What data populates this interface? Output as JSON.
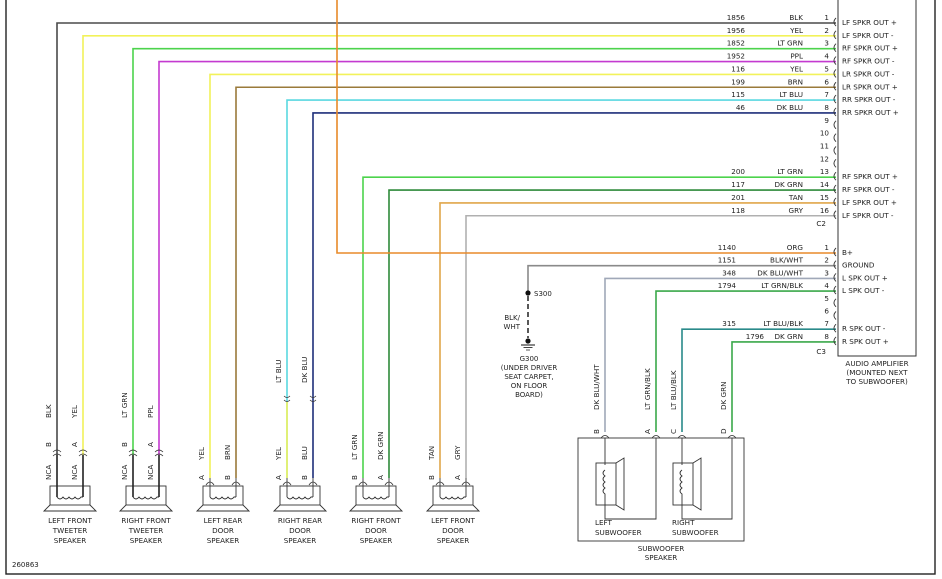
{
  "diagram_id": "260863",
  "amplifier": {
    "label_lines": [
      "AUDIO AMPLIFIER",
      "(MOUNTED NEXT",
      "TO SUBWOOFER)"
    ]
  },
  "connector_c2": {
    "name": "C2",
    "pins": [
      {
        "pin": "1",
        "circuit": "1856",
        "color_name": "BLK",
        "function": "LF SPKR OUT +",
        "hex": "#4a4a4a"
      },
      {
        "pin": "2",
        "circuit": "1956",
        "color_name": "YEL",
        "function": "LF SPKR OUT -",
        "hex": "#f2f25a"
      },
      {
        "pin": "3",
        "circuit": "1852",
        "color_name": "LT GRN",
        "function": "RF SPKR OUT +",
        "hex": "#4cd34c"
      },
      {
        "pin": "4",
        "circuit": "1952",
        "color_name": "PPL",
        "function": "RF SPKR OUT -",
        "hex": "#c43ad0"
      },
      {
        "pin": "5",
        "circuit": "116",
        "color_name": "YEL",
        "function": "LR SPKR OUT -",
        "hex": "#f2f25a"
      },
      {
        "pin": "6",
        "circuit": "199",
        "color_name": "BRN",
        "function": "LR SPKR OUT +",
        "hex": "#9a7a3a"
      },
      {
        "pin": "7",
        "circuit": "115",
        "color_name": "LT BLU",
        "function": "RR SPKR OUT -",
        "hex": "#5ad8e0"
      },
      {
        "pin": "8",
        "circuit": "46",
        "color_name": "DK BLU",
        "function": "RR SPKR OUT +",
        "hex": "#1e2f7a"
      },
      {
        "pin": "9",
        "circuit": "",
        "color_name": "",
        "function": "",
        "hex": ""
      },
      {
        "pin": "10",
        "circuit": "",
        "color_name": "",
        "function": "",
        "hex": ""
      },
      {
        "pin": "11",
        "circuit": "",
        "color_name": "",
        "function": "",
        "hex": ""
      },
      {
        "pin": "12",
        "circuit": "",
        "color_name": "",
        "function": "",
        "hex": ""
      },
      {
        "pin": "13",
        "circuit": "200",
        "color_name": "LT GRN",
        "function": "RF SPKR OUT +",
        "hex": "#4cd34c"
      },
      {
        "pin": "14",
        "circuit": "117",
        "color_name": "DK GRN",
        "function": "RF SPKR OUT -",
        "hex": "#2e8a3a"
      },
      {
        "pin": "15",
        "circuit": "201",
        "color_name": "TAN",
        "function": "LF SPKR OUT +",
        "hex": "#e0a64a"
      },
      {
        "pin": "16",
        "circuit": "118",
        "color_name": "GRY",
        "function": "LF SPKR OUT -",
        "hex": "#b0b0b0"
      }
    ]
  },
  "connector_c3": {
    "name": "C3",
    "pins": [
      {
        "pin": "1",
        "circuit": "1140",
        "color_name": "ORG",
        "function": "B+",
        "hex": "#e88a2a"
      },
      {
        "pin": "2",
        "circuit": "1151",
        "color_name": "BLK/WHT",
        "function": "GROUND",
        "hex": "#8a8a8a"
      },
      {
        "pin": "3",
        "circuit": "348",
        "color_name": "DK BLU/WHT",
        "function": "L SPK OUT +",
        "hex": "#a0a8b8"
      },
      {
        "pin": "4",
        "circuit": "1794",
        "color_name": "LT GRN/BLK",
        "function": "L SPK OUT -",
        "hex": "#3aa84a"
      },
      {
        "pin": "5",
        "circuit": "",
        "color_name": "",
        "function": "",
        "hex": ""
      },
      {
        "pin": "6",
        "circuit": "",
        "color_name": "",
        "function": "",
        "hex": ""
      },
      {
        "pin": "7",
        "circuit": "315",
        "color_name": "LT BLU/BLK",
        "function": "R SPK OUT -",
        "hex": "#2a8a8a"
      },
      {
        "pin": "8",
        "circuit": "1796",
        "color_name": "DK GRN",
        "function": "R SPK OUT +",
        "hex": "#3aa84a"
      }
    ]
  },
  "splice": {
    "name": "S300",
    "wire_label_lines": [
      "BLK/",
      "WHT"
    ],
    "ground_label_lines": [
      "G300",
      "(UNDER DRIVER",
      "SEAT CARPET,",
      "ON FLOOR",
      "BOARD)"
    ]
  },
  "speakers": [
    {
      "id": "lf-tweeter",
      "label_lines": [
        "LEFT FRONT",
        "TWEETER",
        "SPEAKER"
      ],
      "terminals": [
        {
          "term": "B",
          "wire_label": "BLK",
          "sub_label": "NCA"
        },
        {
          "term": "A",
          "wire_label": "YEL",
          "sub_label": "NCA"
        }
      ]
    },
    {
      "id": "rf-tweeter",
      "label_lines": [
        "RIGHT FRONT",
        "TWEETER",
        "SPEAKER"
      ],
      "terminals": [
        {
          "term": "B",
          "wire_label": "LT GRN",
          "sub_label": "NCA"
        },
        {
          "term": "A",
          "wire_label": "PPL",
          "sub_label": "NCA"
        }
      ]
    },
    {
      "id": "lr-door",
      "label_lines": [
        "LEFT REAR",
        "DOOR",
        "SPEAKER"
      ],
      "terminals": [
        {
          "term": "A",
          "wire_label": "YEL"
        },
        {
          "term": "B",
          "wire_label": "BRN"
        }
      ]
    },
    {
      "id": "rr-door",
      "label_lines": [
        "RIGHT REAR",
        "DOOR",
        "SPEAKER"
      ],
      "terminals": [
        {
          "term": "A",
          "wire_label": "YEL",
          "upper_label": "LT BLU"
        },
        {
          "term": "B",
          "wire_label": "BLU",
          "upper_label": "DK BLU"
        }
      ]
    },
    {
      "id": "rf-door",
      "label_lines": [
        "RIGHT FRONT",
        "DOOR",
        "SPEAKER"
      ],
      "terminals": [
        {
          "term": "B",
          "wire_label": "LT GRN"
        },
        {
          "term": "A",
          "wire_label": "DK GRN"
        }
      ]
    },
    {
      "id": "lf-door",
      "label_lines": [
        "LEFT FRONT",
        "DOOR",
        "SPEAKER"
      ],
      "terminals": [
        {
          "term": "B",
          "wire_label": "TAN"
        },
        {
          "term": "A",
          "wire_label": "GRY"
        }
      ]
    }
  ],
  "subwoofer": {
    "label_lines": [
      "SUBWOOFER",
      "SPEAKER"
    ],
    "left_label_lines": [
      "LEFT",
      "SUBWOOFER"
    ],
    "right_label_lines": [
      "RIGHT",
      "SUBWOOFER"
    ],
    "terminals": [
      {
        "term": "B",
        "wire_label": "DK BLU/WHT"
      },
      {
        "term": "A",
        "wire_label": "LT GRN/BLK"
      },
      {
        "term": "C",
        "wire_label": "LT BLU/BLK"
      },
      {
        "term": "D",
        "wire_label": "DK GRN"
      }
    ]
  }
}
